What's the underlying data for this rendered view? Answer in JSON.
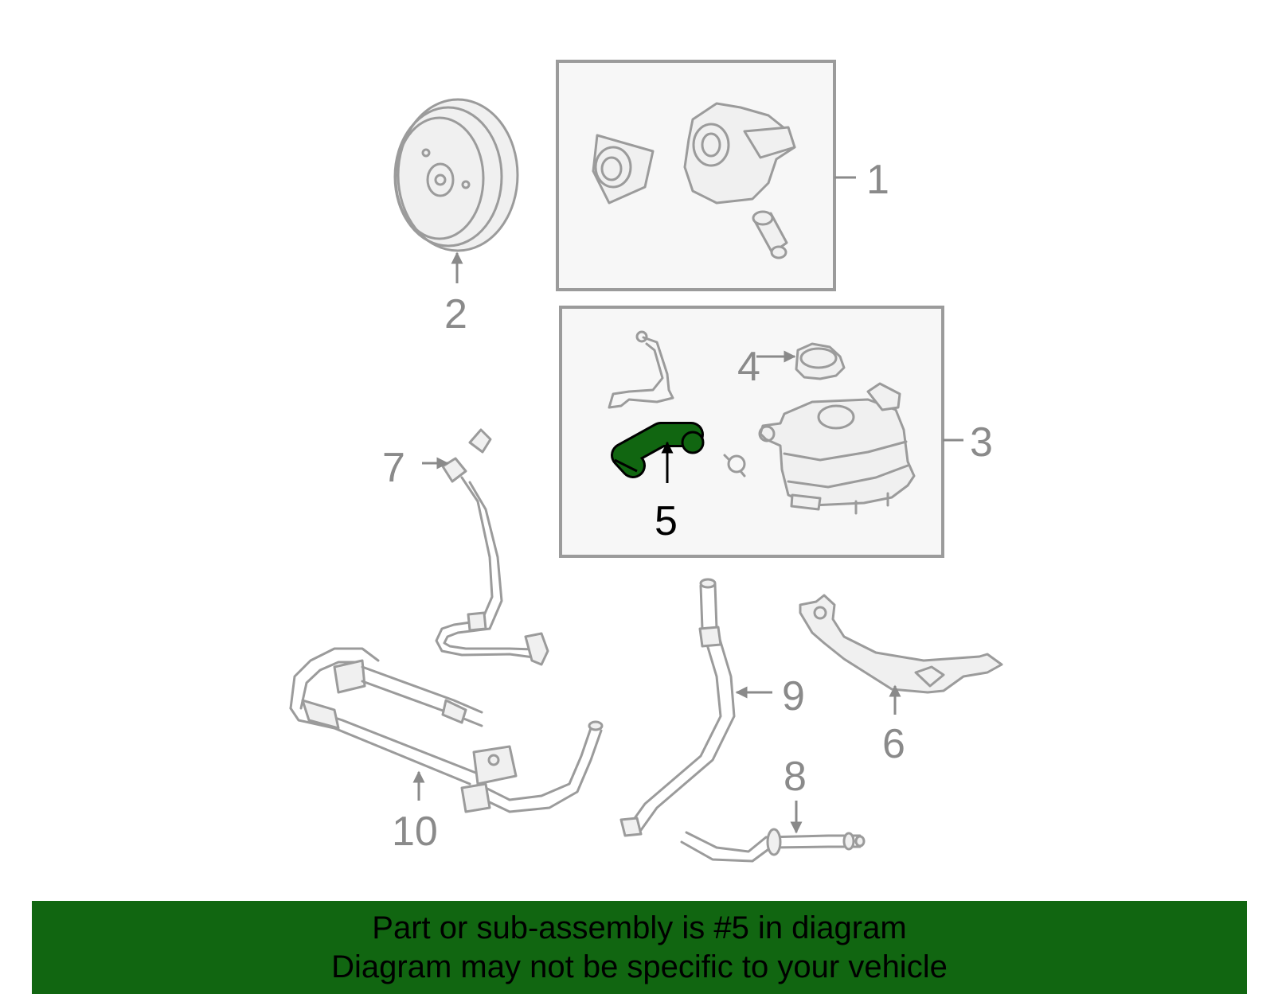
{
  "diagram": {
    "callouts": {
      "c1": "1",
      "c2": "2",
      "c3": "3",
      "c4": "4",
      "c5": "5",
      "c6": "6",
      "c7": "7",
      "c8": "8",
      "c9": "9",
      "c10": "10"
    },
    "highlighted_part": "5",
    "highlight_color": "#116611"
  },
  "banner": {
    "line1": "Part or sub-assembly is #5 in diagram",
    "line2": "Diagram may not be specific to your vehicle",
    "background_color": "#116611"
  }
}
